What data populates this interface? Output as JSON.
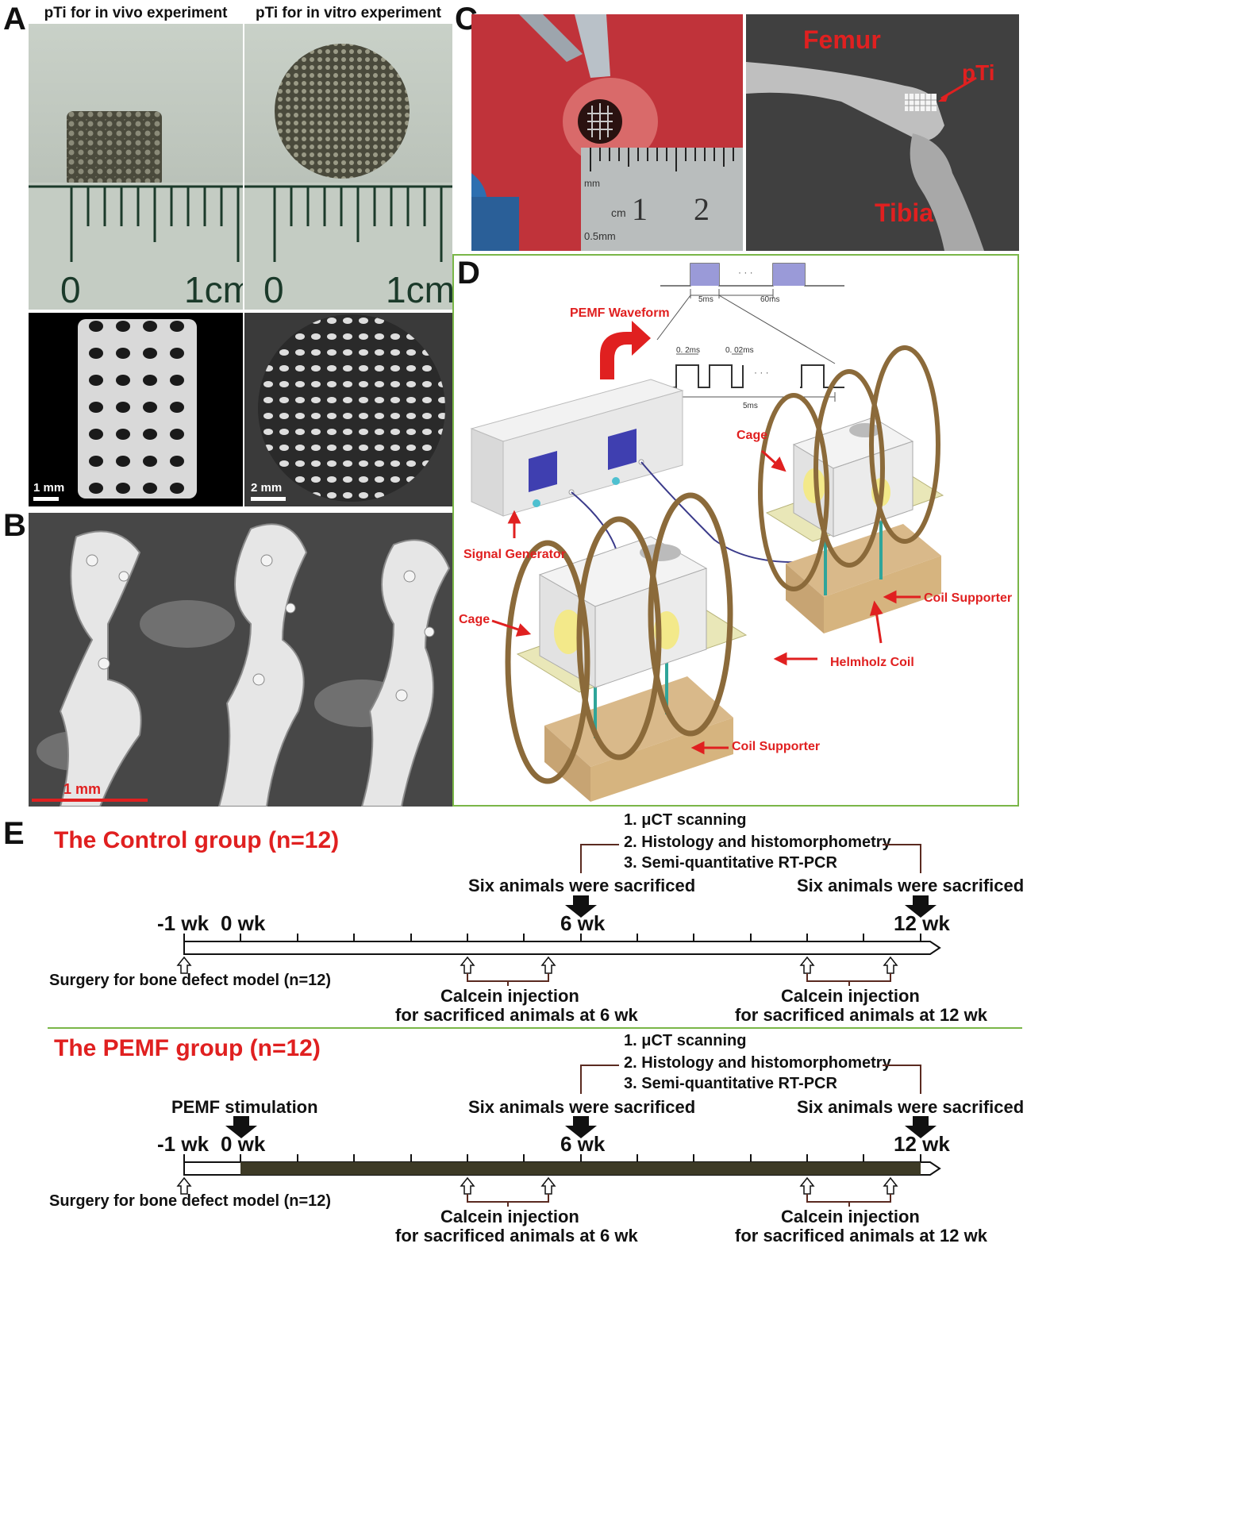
{
  "panel_labels": {
    "a": "A",
    "b": "B",
    "c": "C",
    "d": "D",
    "e": "E"
  },
  "panel_a": {
    "caption_left": "pTi for in vivo experiment",
    "caption_right": "pTi for in vitro experiment",
    "ruler_zero": "0",
    "ruler_one": "1cm",
    "scale_left": "1 mm",
    "scale_right": "2 mm"
  },
  "panel_b": {
    "scale": "1 mm"
  },
  "panel_c": {
    "ruler_text": [
      "cm",
      "1",
      "2",
      "0.5mm",
      "mm"
    ],
    "xray_labels": {
      "femur": "Femur",
      "tibia": "Tibia",
      "pti": "pTi"
    }
  },
  "panel_d": {
    "waveform_title": "PEMF Waveform",
    "wave_top": {
      "ellipsis": "· · ·",
      "t1": "5ms",
      "t2": "60ms"
    },
    "wave_bottom": {
      "t1": "0. 2ms",
      "t2": "0. 02ms",
      "ellipsis": "· · ·",
      "total": "5ms"
    },
    "labels": {
      "signal_generator": "Signal Generator",
      "cage_right": "Cage",
      "cage_left": "Cage",
      "coil_supporter_right": "Coil Supporter",
      "coil_supporter_left": "Coil Supporter",
      "helmholz_coil": "Helmholz Coil"
    }
  },
  "panel_e": {
    "control": {
      "title": "The Control group (n=12)",
      "analysis": [
        "1. μCT scanning",
        "2. Histology and histomorphometry",
        "3. Semi-quantitative RT-PCR"
      ],
      "sacrificed_6": "Six animals were sacrificed",
      "sacrificed_12": "Six animals were sacrificed",
      "tick_m1": "-1 wk",
      "tick_0": "0 wk",
      "tick_6": "6 wk",
      "tick_12": "12 wk",
      "surgery": "Surgery for bone defect model (n=12)",
      "calcein_6": [
        "Calcein injection",
        "for sacrificed animals at 6 wk"
      ],
      "calcein_12": [
        "Calcein injection",
        "for sacrificed animals at 12 wk"
      ]
    },
    "pemf": {
      "title": "The PEMF group (n=12)",
      "analysis": [
        "1. μCT scanning",
        "2. Histology and histomorphometry",
        "3. Semi-quantitative RT-PCR"
      ],
      "stimulation": "PEMF stimulation",
      "sacrificed_6": "Six animals were sacrificed",
      "sacrificed_12": "Six animals were sacrificed",
      "tick_m1": "-1 wk",
      "tick_0": "0 wk",
      "tick_6": "6 wk",
      "tick_12": "12 wk",
      "surgery": "Surgery for bone defect model (n=12)",
      "calcein_6": [
        "Calcein injection",
        "for sacrificed animals at 6 wk"
      ],
      "calcein_12": [
        "Calcein injection",
        "for sacrificed animals at 12 wk"
      ]
    }
  },
  "colors": {
    "red": "#e02020",
    "green_border": "#7ab648",
    "pemf_bar": "#3d3a26",
    "coil": "#8b6a3a"
  }
}
